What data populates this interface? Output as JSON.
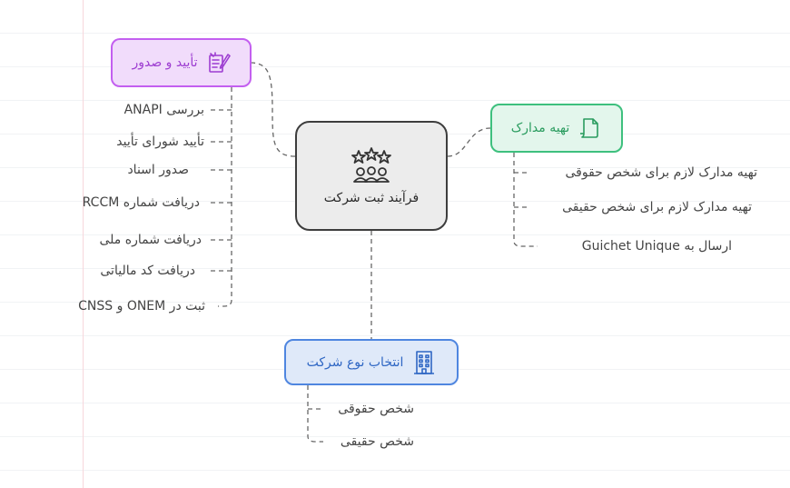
{
  "center": {
    "label": "فرآیند ثبت شرکت",
    "icon": "people-stars-icon"
  },
  "approve": {
    "label": "تأیید و صدور",
    "icon": "document-pen-icon",
    "color": "#c35ff0",
    "items": [
      "بررسی ANAPI",
      "تأیید شورای تأیید",
      "صدور اسناد",
      "دریافت شماره RCCM",
      "دریافت شماره ملی",
      "دریافت کد مالیاتی",
      "ثبت در ONEM و CNSS"
    ]
  },
  "docs": {
    "label": "تهیه مدارک",
    "icon": "file-icon",
    "color": "#3ec07e",
    "items": [
      "تهیه مدارک لازم برای شخص حقوقی",
      "تهیه مدارک لازم برای شخص حقیقی",
      "ارسال به Guichet Unique"
    ]
  },
  "type": {
    "label": "انتخاب نوع شرکت",
    "icon": "building-icon",
    "color": "#4f86e0",
    "items": [
      "شخص حقوقی",
      "شخص حقیقی"
    ]
  }
}
